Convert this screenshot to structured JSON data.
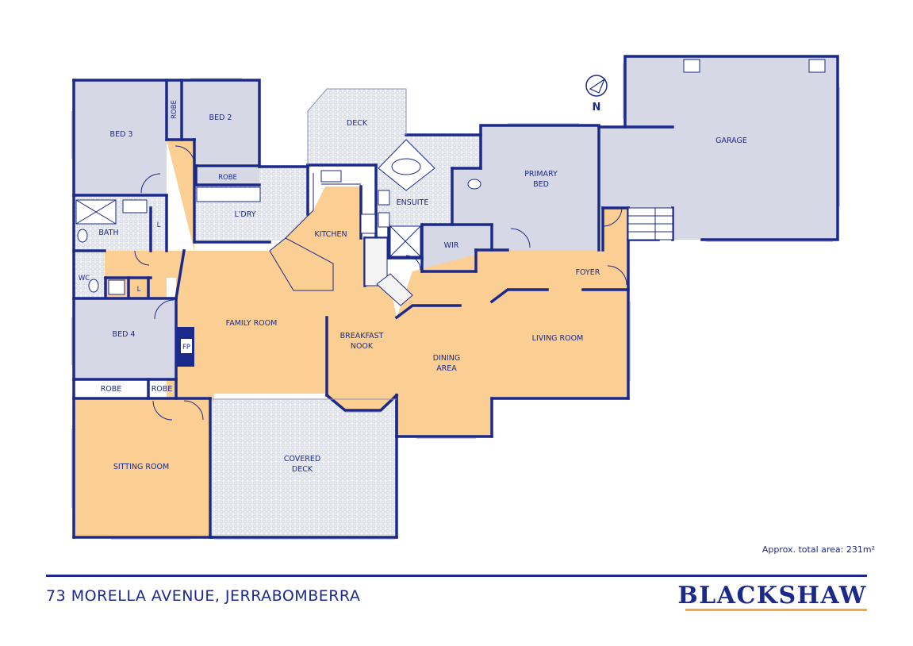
{
  "colors": {
    "wall": "#1b2a8a",
    "living_fill": "#fbcf94",
    "bed_fill": "#d6d8e6",
    "tile_fill": "#eceef3",
    "accent": "#f3a93c"
  },
  "rooms": {
    "bed3": "BED 3",
    "bed2": "BED 2",
    "robe_bed3": "ROBE",
    "robe_bed2": "ROBE",
    "deck": "DECK",
    "garage": "GARAGE",
    "ensuite": "ENSUITE",
    "primary_bed_1": "PRIMARY",
    "primary_bed_2": "BED",
    "laundry": "L'DRY",
    "bath": "BATH",
    "linen1": "L",
    "kitchen": "KITCHEN",
    "wir": "WIR",
    "wc": "WC",
    "linen2": "L",
    "foyer": "FOYER",
    "family_room": "FAMILY ROOM",
    "bed4": "BED 4",
    "fp": "FP",
    "breakfast_1": "BREAKFAST",
    "breakfast_2": "NOOK",
    "living_room": "LIVING ROOM",
    "dining_1": "DINING",
    "dining_2": "AREA",
    "robe_bed4a": "ROBE",
    "robe_bed4b": "ROBE",
    "sitting_room": "SITTING ROOM",
    "covered_deck_1": "COVERED",
    "covered_deck_2": "DECK"
  },
  "compass": {
    "label": "N"
  },
  "area_note": "Approx. total area: 231m²",
  "address": "73 MORELLA AVENUE, JERRABOMBERRA",
  "brand": "BLACKSHAW",
  "icons": [
    "compass-icon",
    "bathtub-icon",
    "toilet-icon",
    "sink-icon",
    "shower-icon",
    "stove-icon",
    "stairs-icon"
  ]
}
